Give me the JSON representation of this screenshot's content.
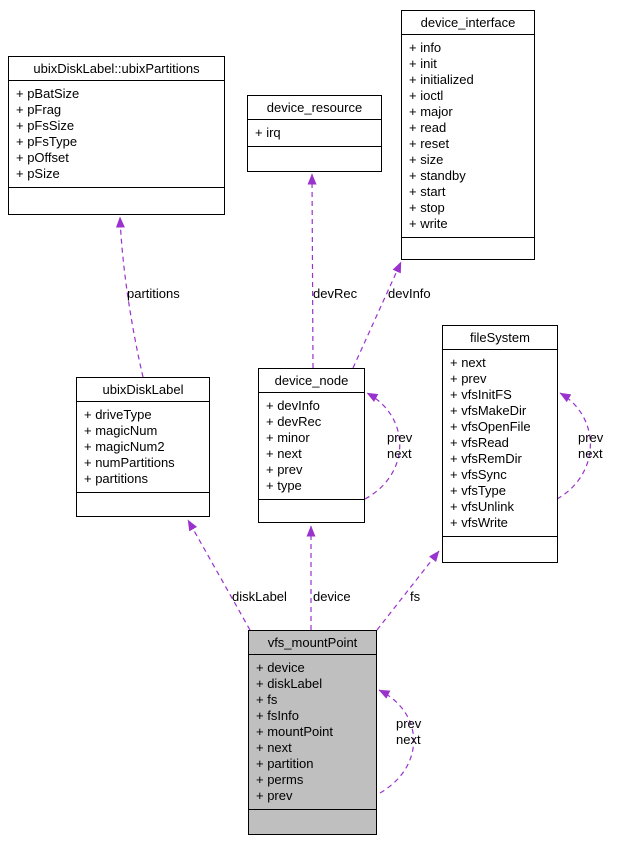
{
  "diagram": {
    "type": "uml-collaboration-diagram",
    "colors": {
      "edge": "#9a32cd",
      "border": "#000000",
      "box_fill": "#ffffff",
      "highlight_fill": "#bfbfbf",
      "text": "#000000"
    },
    "classes": [
      {
        "title": "ubixDiskLabel::ubixPartitions",
        "highlighted": false,
        "fields": [
          "+ pBatSize",
          "+ pFrag",
          "+ pFsSize",
          "+ pFsType",
          "+ pOffset",
          "+ pSize"
        ]
      },
      {
        "title": "device_resource",
        "highlighted": false,
        "fields": [
          "+ irq"
        ]
      },
      {
        "title": "device_interface",
        "highlighted": false,
        "fields": [
          "+ info",
          "+ init",
          "+ initialized",
          "+ ioctl",
          "+ major",
          "+ read",
          "+ reset",
          "+ size",
          "+ standby",
          "+ start",
          "+ stop",
          "+ write"
        ]
      },
      {
        "title": "ubixDiskLabel",
        "highlighted": false,
        "fields": [
          "+ driveType",
          "+ magicNum",
          "+ magicNum2",
          "+ numPartitions",
          "+ partitions"
        ]
      },
      {
        "title": "device_node",
        "highlighted": false,
        "fields": [
          "+ devInfo",
          "+ devRec",
          "+ minor",
          "+ next",
          "+ prev",
          "+ type"
        ]
      },
      {
        "title": "fileSystem",
        "highlighted": false,
        "fields": [
          "+ next",
          "+ prev",
          "+ vfsInitFS",
          "+ vfsMakeDir",
          "+ vfsOpenFile",
          "+ vfsRead",
          "+ vfsRemDir",
          "+ vfsSync",
          "+ vfsType",
          "+ vfsUnlink",
          "+ vfsWrite"
        ]
      },
      {
        "title": "vfs_mountPoint",
        "highlighted": true,
        "fields": [
          "+ device",
          "+ diskLabel",
          "+ fs",
          "+ fsInfo",
          "+ mountPoint",
          "+ next",
          "+ partition",
          "+ perms",
          "+ prev"
        ]
      }
    ],
    "edges": [
      {
        "from": "ubixDiskLabel",
        "to": "ubixDiskLabel::ubixPartitions",
        "style": "dashed",
        "label": "partitions"
      },
      {
        "from": "device_node",
        "to": "device_resource",
        "style": "dashed",
        "label": "devRec"
      },
      {
        "from": "device_node",
        "to": "device_interface",
        "style": "dashed",
        "label": "devInfo"
      },
      {
        "from": "device_node",
        "to": "device_node",
        "style": "dashed",
        "lines": [
          "prev",
          "next"
        ]
      },
      {
        "from": "fileSystem",
        "to": "fileSystem",
        "style": "dashed",
        "lines": [
          "prev",
          "next"
        ]
      },
      {
        "from": "vfs_mountPoint",
        "to": "ubixDiskLabel",
        "style": "dashed",
        "label": "diskLabel"
      },
      {
        "from": "vfs_mountPoint",
        "to": "device_node",
        "style": "dashed",
        "label": "device"
      },
      {
        "from": "vfs_mountPoint",
        "to": "fileSystem",
        "style": "dashed",
        "label": "fs"
      },
      {
        "from": "vfs_mountPoint",
        "to": "vfs_mountPoint",
        "style": "dashed",
        "lines": [
          "prev",
          "next"
        ]
      }
    ]
  }
}
